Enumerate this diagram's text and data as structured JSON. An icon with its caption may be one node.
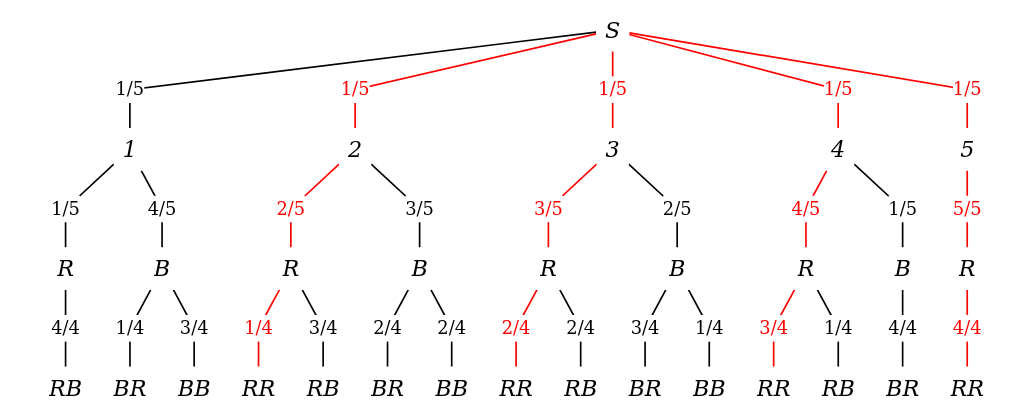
{
  "diagram": {
    "nodes": [
      {
        "text": [
          "S"
        ]
      },
      {
        "text": [
          "1"
        ]
      },
      {
        "text": [
          "2"
        ]
      },
      {
        "text": [
          "3"
        ]
      },
      {
        "text": [
          "4"
        ]
      },
      {
        "text": [
          "5"
        ]
      },
      {
        "text": [
          "R"
        ]
      },
      {
        "text": [
          "B"
        ]
      },
      {
        "text": [
          "R"
        ]
      },
      {
        "text": [
          "B"
        ]
      },
      {
        "text": [
          "R"
        ]
      },
      {
        "text": [
          "B"
        ]
      },
      {
        "text": [
          "R"
        ]
      },
      {
        "text": [
          "B"
        ]
      },
      {
        "text": [
          "R"
        ]
      },
      {
        "text": [
          "RB"
        ]
      },
      {
        "text": [
          "BR"
        ]
      },
      {
        "text": [
          "BB"
        ]
      },
      {
        "text": [
          "RR"
        ]
      },
      {
        "text": [
          "RB"
        ]
      },
      {
        "text": [
          "BR"
        ]
      },
      {
        "text": [
          "BB"
        ]
      },
      {
        "text": [
          "RR"
        ]
      },
      {
        "text": [
          "RB"
        ]
      },
      {
        "text": [
          "BR"
        ]
      },
      {
        "text": [
          "BB"
        ]
      },
      {
        "text": [
          "RR"
        ]
      },
      {
        "text": [
          "RB"
        ]
      },
      {
        "text": [
          "BR"
        ]
      },
      {
        "text": [
          "RR"
        ]
      }
    ],
    "edges": [
      {
        "from": 0,
        "to": 1,
        "arrow": "none",
        "label": "1/5"
      },
      {
        "from": 0,
        "to": 2,
        "arrow": "none",
        "label": "1/5",
        "color": "#ff0000"
      },
      {
        "from": 0,
        "to": 3,
        "arrow": "none",
        "label": "1/5",
        "color": "#ff0000"
      },
      {
        "from": 0,
        "to": 4,
        "arrow": "none",
        "label": "1/5",
        "color": "#ff0000"
      },
      {
        "from": 0,
        "to": 5,
        "arrow": "none",
        "label": "1/5",
        "color": "#ff0000"
      },
      {
        "from": 1,
        "to": 6,
        "arrow": "none",
        "label": "1/5"
      },
      {
        "from": 1,
        "to": 7,
        "arrow": "none",
        "label": "4/5"
      },
      {
        "from": 2,
        "to": 8,
        "arrow": "none",
        "label": "2/5",
        "color": "#ff0000"
      },
      {
        "from": 2,
        "to": 9,
        "arrow": "none",
        "label": "3/5"
      },
      {
        "from": 3,
        "to": 10,
        "arrow": "none",
        "label": "3/5",
        "color": "#ff0000"
      },
      {
        "from": 3,
        "to": 11,
        "arrow": "none",
        "label": "2/5"
      },
      {
        "from": 4,
        "to": 12,
        "arrow": "none",
        "label": "4/5",
        "color": "#ff0000"
      },
      {
        "from": 4,
        "to": 13,
        "arrow": "none",
        "label": "1/5"
      },
      {
        "from": 5,
        "to": 14,
        "arrow": "none",
        "label": "5/5",
        "color": "#ff0000"
      },
      {
        "from": 6,
        "to": 15,
        "arrow": "none",
        "label": "4/4"
      },
      {
        "from": 7,
        "to": 16,
        "arrow": "none",
        "label": "1/4"
      },
      {
        "from": 7,
        "to": 17,
        "arrow": "none",
        "label": "3/4"
      },
      {
        "from": 8,
        "to": 18,
        "arrow": "none",
        "label": "1/4",
        "color": "#ff0000"
      },
      {
        "from": 8,
        "to": 19,
        "arrow": "none",
        "label": "3/4"
      },
      {
        "from": 9,
        "to": 20,
        "arrow": "none",
        "label": "2/4"
      },
      {
        "from": 9,
        "to": 21,
        "arrow": "none",
        "label": "2/4"
      },
      {
        "from": 10,
        "to": 22,
        "arrow": "none",
        "label": "2/4",
        "color": "#ff0000"
      },
      {
        "from": 10,
        "to": 23,
        "arrow": "none",
        "label": "2/4"
      },
      {
        "from": 11,
        "to": 24,
        "arrow": "none",
        "label": "3/4"
      },
      {
        "from": 11,
        "to": 25,
        "arrow": "none",
        "label": "1/4"
      },
      {
        "from": 12,
        "to": 26,
        "arrow": "none",
        "label": "3/4",
        "color": "#ff0000"
      },
      {
        "from": 12,
        "to": 27,
        "arrow": "none",
        "label": "1/4"
      },
      {
        "from": 13,
        "to": 28,
        "arrow": "none",
        "label": "4/4"
      },
      {
        "from": 14,
        "to": 29,
        "arrow": "none",
        "label": "4/4",
        "color": "#ff0000"
      }
    ]
  }
}
